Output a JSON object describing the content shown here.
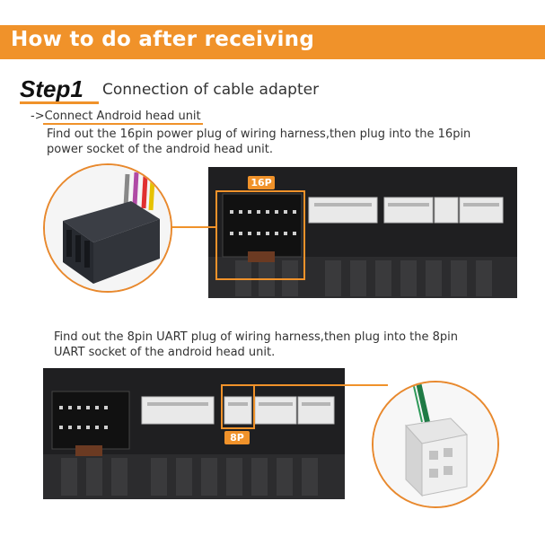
{
  "header": {
    "title": "How to do after receiving"
  },
  "step": {
    "label": "Step1",
    "subtitle": "Connection of cable adapter",
    "sub_heading": "->Connect Android head unit"
  },
  "instructions": {
    "line1a": "Find out the 16pin power plug of wiring harness,then plug into the 16pin",
    "line1b": "power socket of the android head unit.",
    "line2a": "Find out the 8pin UART plug of wiring harness,then plug into the 8pin",
    "line2b": "UART socket of the android head unit."
  },
  "callouts": {
    "tag_16p": "16P",
    "tag_8p": "8P"
  },
  "colors": {
    "accent": "#f0922a",
    "panel": "#222224",
    "connector": "#e9e9e9"
  }
}
